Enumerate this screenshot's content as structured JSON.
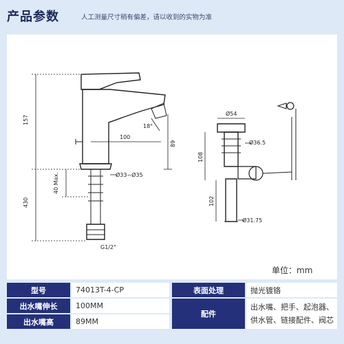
{
  "header": {
    "title": "产品参数",
    "subtitle": "人工测量尺寸稍有偏差，请以收到的实物为准"
  },
  "drawing": {
    "dims": {
      "height_total": "157",
      "height_spout": "89",
      "spout_reach": "100",
      "angle": "18°",
      "pipe_length": "430",
      "max_deck": "40 Max.",
      "base_dia": "Ø33~Ø35",
      "thread": "G1/2\"",
      "drain_top": "Ø54",
      "drain_mid": "Ø36.5",
      "drain_body": "108",
      "drain_tail": "102",
      "drain_bottom": "Ø31.75"
    },
    "unit": "单位：mm"
  },
  "specs": {
    "model_label": "型号",
    "model_value": "74013T-4-CP",
    "reach_label": "出水嘴伸长",
    "reach_value": "100MM",
    "height_label": "出水嘴高",
    "height_value": "89MM",
    "finish_label": "表面处理",
    "finish_value": "抛光镀铬",
    "parts_label": "配件",
    "parts_line1": "出水嘴、把手、起泡器、",
    "parts_line2": "供水管、链接配件、阀芯"
  }
}
